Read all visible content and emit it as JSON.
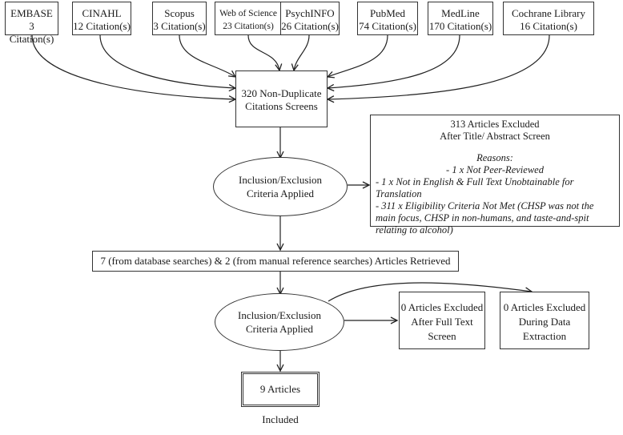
{
  "sources": [
    {
      "name": "EMBASE",
      "count": "3 Citation(s)"
    },
    {
      "name": "CINAHL",
      "count": "12 Citation(s)"
    },
    {
      "name": "Scopus",
      "count": "3 Citation(s)"
    },
    {
      "name": "Web of Science",
      "count": "23 Citation(s)"
    },
    {
      "name": "PsychINFO",
      "count": "26 Citation(s)"
    },
    {
      "name": "PubMed",
      "count": "74 Citation(s)"
    },
    {
      "name": "MedLine",
      "count": "170 Citation(s)"
    },
    {
      "name": "Cochrane Library",
      "count": "16 Citation(s)"
    }
  ],
  "screened": {
    "line1": "320 Non-Duplicate",
    "line2": "Citations Screens"
  },
  "criteria1": {
    "line1": "Inclusion/Exclusion",
    "line2": "Criteria Applied"
  },
  "excluded1": {
    "line1": "313 Articles Excluded",
    "line2": "After Title/ Abstract Screen",
    "reasons_label": "Reasons:",
    "reasons": [
      "- 1 x Not Peer-Reviewed",
      "- 1 x Not in English & Full Text Unobtainable for Translation",
      "- 311 x Eligibility Criteria Not Met (CHSP was not the main focus, CHSP in non-humans, and taste-and-spit relating to alcohol)"
    ]
  },
  "retrieved": "7 (from database searches) & 2 (from manual reference searches) Articles Retrieved",
  "criteria2": {
    "line1": "Inclusion/Exclusion",
    "line2": "Criteria Applied"
  },
  "excluded2": {
    "line1": "0 Articles Excluded",
    "line2": "After Full Text",
    "line3": "Screen"
  },
  "excluded3": {
    "line1": "0 Articles Excluded",
    "line2": "During Data",
    "line3": "Extraction"
  },
  "included": "9 Articles Included"
}
